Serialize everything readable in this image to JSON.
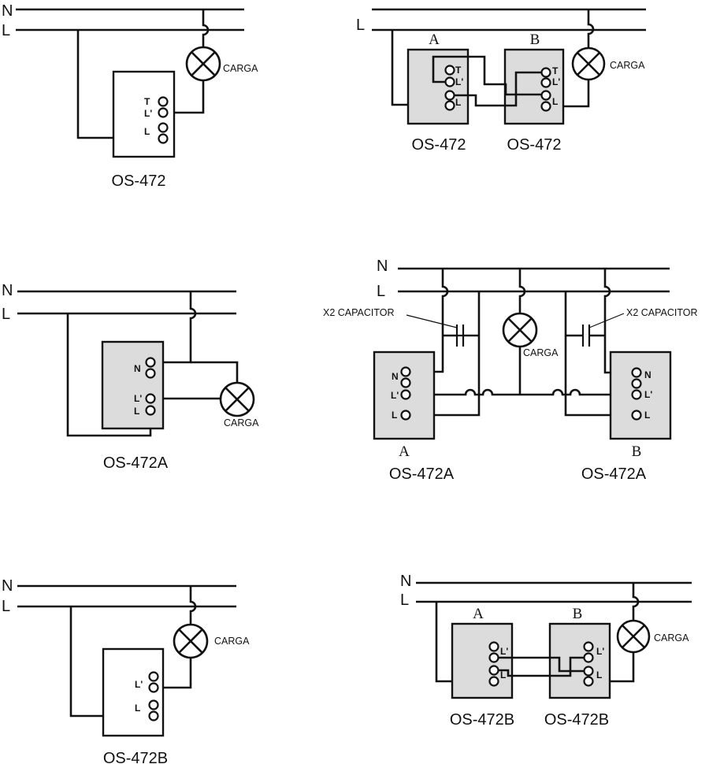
{
  "rails": {
    "neutral": "N",
    "line": "L"
  },
  "terminals": {
    "traveler": "T",
    "load": "L'",
    "line": "L",
    "neutral": "N"
  },
  "load_label": "CARGA",
  "capacitor_label": "X2 CAPACITOR",
  "position_labels": {
    "a": "A",
    "b": "B"
  },
  "models": {
    "single": "OS-472",
    "neutral": "OS-472A",
    "two_wire": "OS-472B"
  },
  "colors": {
    "wire": "#111111",
    "panel_fill": "#dcdcdc",
    "background": "#ffffff"
  }
}
